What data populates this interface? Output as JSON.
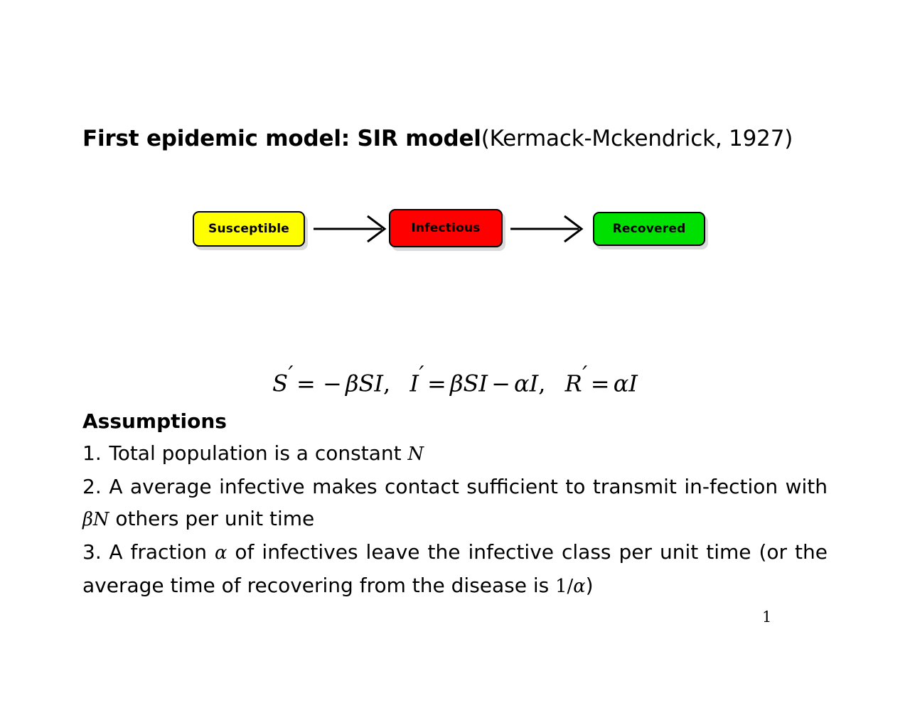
{
  "slide": {
    "title": {
      "bold_part": "First epidemic model:  SIR model",
      "regular_part": "(Kermack-Mckendrick, 1927)"
    },
    "page_number": "1"
  },
  "diagram": {
    "name": "sir-compartment-flow-diagram",
    "nodes": [
      {
        "id": "susceptible",
        "label": "Susceptible",
        "color": "#FFFF00"
      },
      {
        "id": "infectious",
        "label": "Infectious",
        "color": "#FF0000"
      },
      {
        "id": "recovered",
        "label": "Recovered",
        "color": "#00E000"
      }
    ],
    "arrows": [
      {
        "id": "arrow-susceptible-to-infectious",
        "from": "susceptible",
        "to": "infectious"
      },
      {
        "id": "arrow-infectious-to-recovered",
        "from": "infectious",
        "to": "recovered"
      }
    ]
  },
  "equation": {
    "plain": "S' = -βSI,  I' = βSI - αI,  R' = αI",
    "parts": {
      "S": "S",
      "I": "I",
      "R": "R",
      "prime": "′",
      "equals": "=",
      "minus": "−",
      "beta": "β",
      "alpha": "α",
      "SI": "SI",
      "comma": ",",
      "alphaI": "I"
    }
  },
  "assumptions": {
    "heading": "Assumptions",
    "items": [
      {
        "number": "1.",
        "text_before": "Total population is a constant ",
        "math": "N",
        "text_after": ""
      },
      {
        "number": "2.",
        "text_before": "A average infective makes contact sufficient to transmit in-fection with ",
        "math": "βN",
        "text_after": " others per unit time"
      },
      {
        "number": "3.",
        "text_before": "A fraction ",
        "math": "α",
        "text_after": " of infectives leave the infective class per unit time (or the average time of recovering from the disease is ",
        "math2_num": "1",
        "math2_slash": "/",
        "math2_den": "α",
        "text_end": ")"
      }
    ]
  }
}
